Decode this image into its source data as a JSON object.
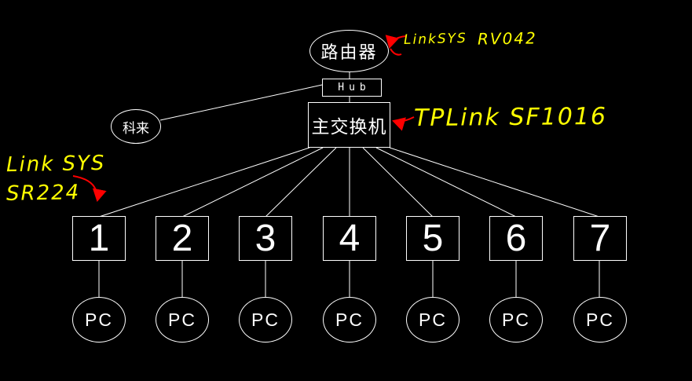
{
  "diagram": {
    "title_hint": "LAN topology sketch",
    "router": {
      "label": "路由器"
    },
    "hub": {
      "label": "Hub"
    },
    "main_switch": {
      "label": "主交换机"
    },
    "monitor_node": {
      "label": "科来"
    },
    "annotations": {
      "router_brand": "LinkSYS",
      "router_model": "RV042",
      "switch_model": "TPLink SF1016",
      "access_brand": "Link SYS",
      "access_model": "SR224"
    },
    "access_switches": [
      {
        "label": "1"
      },
      {
        "label": "2"
      },
      {
        "label": "3"
      },
      {
        "label": "4"
      },
      {
        "label": "5"
      },
      {
        "label": "6"
      },
      {
        "label": "7"
      }
    ],
    "pc_label": "PC",
    "colors": {
      "background": "#000000",
      "line": "#ffffff",
      "annotation": "#ffff00",
      "arrow": "#ff0000"
    }
  }
}
